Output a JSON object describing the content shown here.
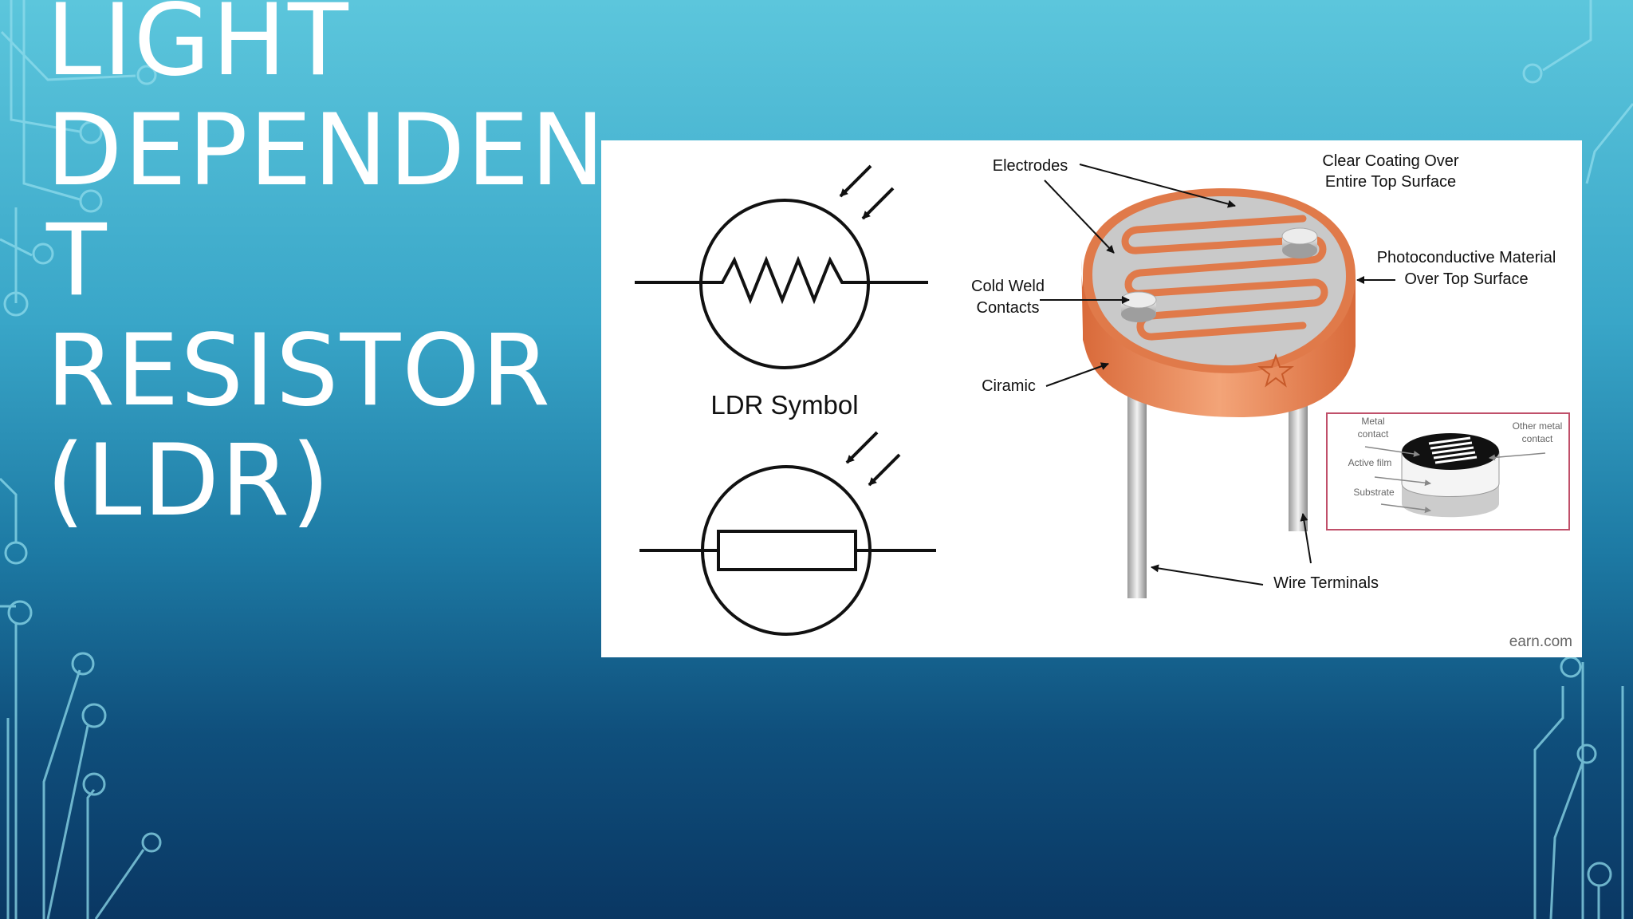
{
  "slide": {
    "title_lines": [
      "LIGHT",
      "DEPENDEN",
      "T",
      "RESISTOR",
      "(LDR)"
    ]
  },
  "diagram": {
    "symbol_label": "LDR Symbol",
    "labels": {
      "electrodes": "Electrodes",
      "clear_coating_1": "Clear Coating Over",
      "clear_coating_2": "Entire Top Surface",
      "photoconductive_1": "Photoconductive Material",
      "photoconductive_2": "Over Top Surface",
      "cold_weld_1": "Cold Weld",
      "cold_weld_2": "Contacts",
      "ciramic": "Ciramic",
      "wire_terminals": "Wire Terminals"
    },
    "inset": {
      "metal_contact_1": "Metal",
      "metal_contact_2": "contact",
      "other_metal_1": "Other metal",
      "other_metal_2": "contact",
      "active_film": "Active film",
      "substrate": "Substrate"
    },
    "watermark": "earn.com"
  },
  "colors": {
    "accent_orange": "#e07a4a",
    "title_text": "#ffffff",
    "inset_border": "#c0506a"
  }
}
